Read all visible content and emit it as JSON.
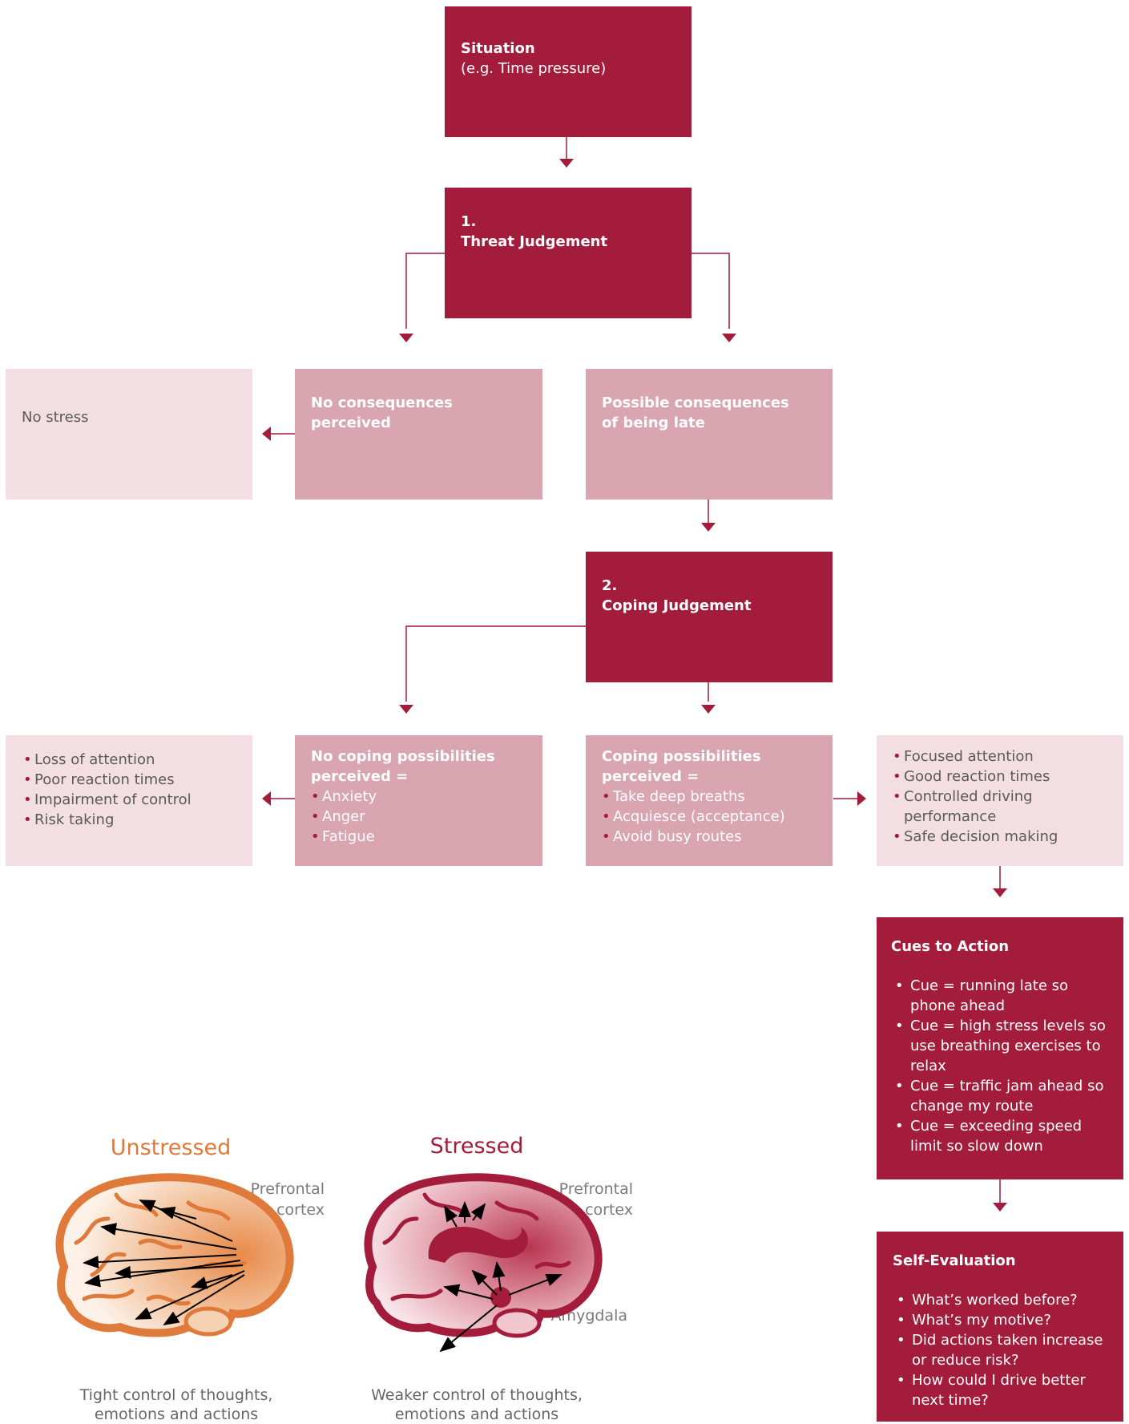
{
  "situation": {
    "title": "Situation",
    "subtitle": "(e.g. Time pressure)"
  },
  "threat": {
    "number": "1.",
    "title": "Threat Judgement"
  },
  "no_stress": {
    "text": "No stress"
  },
  "no_consequences": {
    "line1": "No consequences",
    "line2": "perceived"
  },
  "possible_consequences": {
    "line1": "Possible consequences",
    "line2": "of being late"
  },
  "coping": {
    "number": "2.",
    "title": "Coping Judgement"
  },
  "stress_effects": {
    "items": [
      "Loss of attention",
      "Poor reaction times",
      "Impairment of control",
      "Risk taking"
    ]
  },
  "no_coping": {
    "line1": "No coping possibilities",
    "line2": "perceived =",
    "items": [
      "Anxiety",
      "Anger",
      "Fatigue"
    ]
  },
  "coping_possible": {
    "line1": "Coping possibilities",
    "line2": "perceived =",
    "items": [
      "Take deep breaths",
      "Acquiesce (acceptance)",
      "Avoid busy routes"
    ]
  },
  "good_effects": {
    "items": [
      "Focused attention",
      "Good reaction times",
      "Controlled driving performance",
      "Safe decision making"
    ]
  },
  "cues": {
    "title": "Cues to Action",
    "items": [
      "Cue = running late so phone ahead",
      "Cue = high stress levels so use breathing exercises to relax",
      "Cue = traffic jam ahead so change my route",
      "Cue = exceeding speed limit so slow down"
    ]
  },
  "self_eval": {
    "title": "Self-Evaluation",
    "items": [
      "What’s worked before?",
      "What’s my motive?",
      "Did actions taken increase or reduce risk?",
      "How could I drive better next time?"
    ]
  },
  "unstressed": {
    "title": "Unstressed",
    "label1": "Prefrontal",
    "label2": "cortex",
    "caption1": "Tight control of thoughts,",
    "caption2": "emotions and actions"
  },
  "stressed": {
    "title": "Stressed",
    "label1": "Prefrontal",
    "label2": "cortex",
    "amygdala": "Amygdala",
    "caption1": "Weaker control of thoughts,",
    "caption2": "emotions and actions"
  },
  "colors": {
    "dark": "#a31c3b",
    "mid": "#d9a5b1",
    "light": "#f3dee3",
    "orange": "#e07a3a"
  }
}
